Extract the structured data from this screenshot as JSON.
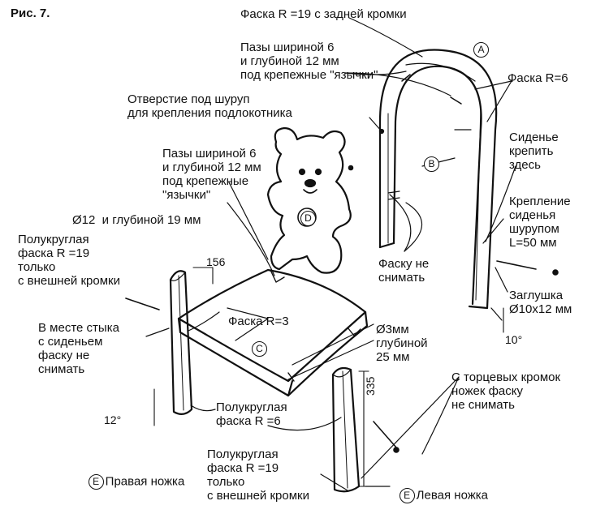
{
  "figure": {
    "number": "Рис. 7."
  },
  "labels": {
    "top_chamfer": "Фаска R =19 с задней кромки",
    "grooves_back": "Пазы шириной 6\nи глубиной 12 мм\nпод крепежные \"язычки\"",
    "chamfer_r6": "Фаска R=6",
    "hole_armrest": "Отверстие под шуруп\nдля крепления подлокотника",
    "grooves_seat": "Пазы шириной 6\nи глубиной 12 мм\nпод крепежные\n\"язычки\"",
    "seat_attach": "Сиденье\nкрепить\nздесь",
    "seat_fastening": "Крепление\nсиденья\nшурупом\nL=50 мм",
    "hole_d12": "Ø12  и глубиной 19 мм",
    "half_round_19_top": "Полукруглая\nфаска R =19\nтолько\nс внешней кромки",
    "no_chamfer_removal": "Фаску не\nснимать",
    "plug": "Заглушка\nØ10x12 мм",
    "chamfer_r3": "Фаска R=3",
    "joint_no_chamfer": "В месте стыка\nс сиденьем\nфаску не\nснимать",
    "hole_d3": "Ø3мм\nглубиной\n25 мм",
    "half_round_6": "Полукруглая\nфаска R =6",
    "end_edges": "С торцевых кромок\nножек фаску\nне снимать",
    "half_round_19_bottom": "Полукруглая\nфаска R =19\nтолько\nс внешней кромки",
    "right_leg": "Правая ножка",
    "left_leg": "Левая ножка"
  },
  "dimensions": {
    "seat_width": "156",
    "leg_height": "335",
    "angle_back": "10°",
    "angle_leg": "12°"
  },
  "markers": {
    "a": "A",
    "b": "B",
    "c": "C",
    "d": "D",
    "e_right": "E",
    "e_left": "E"
  }
}
